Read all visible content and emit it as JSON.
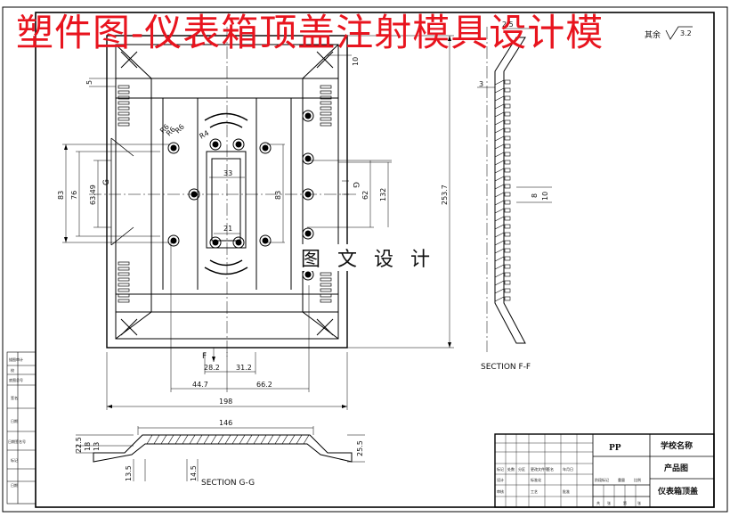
{
  "banner": "塑件图-仪表箱顶盖注射模具设计模",
  "watermark": "图 文 设 计",
  "roughness": {
    "prefix": "其余",
    "value": "3.2"
  },
  "section_labels": {
    "ff": "SECTION F-F",
    "gg": "SECTION G-G"
  },
  "cut_marks": {
    "f": "F",
    "g_left": "G",
    "g_right": "G"
  },
  "dims": {
    "d5": "5",
    "d10": "10",
    "d2_5": "2.5",
    "d3": "3",
    "d8": "8",
    "d10b": "10",
    "d33": "33",
    "d21": "21",
    "d83_left": "83",
    "d76": "76",
    "d63_49": "63.49",
    "d83_mid": "83",
    "d62": "62",
    "d132": "132",
    "d253_7": "253.7",
    "d28_2": "28.2",
    "d31_2": "31.2",
    "d44_7": "44.7",
    "d66_2": "66.2",
    "d198": "198",
    "d146": "146",
    "d22_5": "22.5",
    "d18": "18",
    "d13": "13",
    "d25_5": "25.5",
    "d13_5": "13.5",
    "d14_5": "14.5",
    "rA": "R6",
    "rB": "R6",
    "rC": "R6",
    "rD": "R4"
  },
  "left_strip": [
    "描图审计",
    "校",
    "底图总号",
    "签名",
    "日期",
    "日期签名号",
    "标记",
    "日期"
  ],
  "title_block": {
    "material": "PP",
    "school": "学校名称",
    "drawing_kind": "产品图",
    "part_name": "仪表箱顶盖",
    "row_header": [
      "标记",
      "处数",
      "分区",
      "更改文件号",
      "签名",
      "年月日"
    ],
    "row2": [
      "设计",
      "标准化",
      "阶段标记",
      "重量",
      "比例"
    ],
    "row3": [
      "审核",
      "工艺",
      "批准"
    ],
    "row4": [
      "共",
      "张",
      "第",
      "张"
    ]
  }
}
